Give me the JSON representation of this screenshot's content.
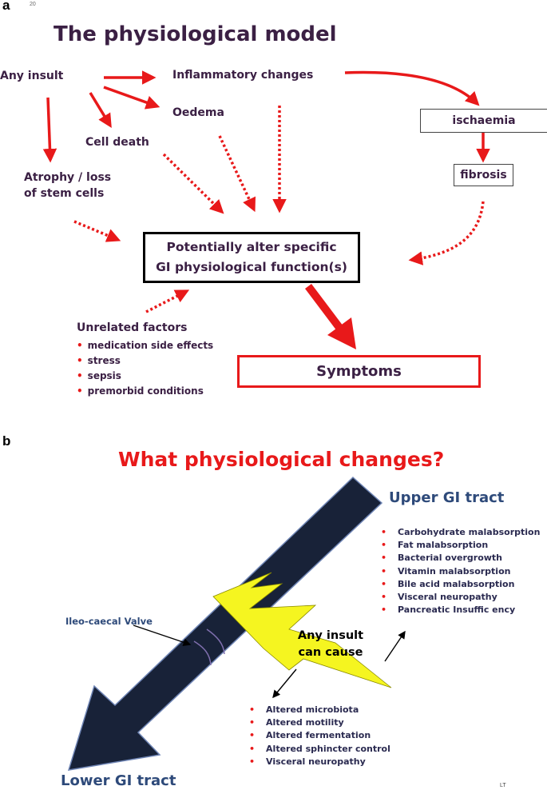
{
  "panel_a": {
    "letter": "a",
    "page_number": "20",
    "title": "The physiological model",
    "labels": {
      "any_insult": "Any insult",
      "inflammatory": "Inflammatory changes",
      "oedema": "Oedema",
      "cell_death": "Cell death",
      "atrophy_line1": "Atrophy / loss",
      "atrophy_line2": "of stem cells",
      "ischaemia": "ischaemia",
      "fibrosis": "fibrosis"
    },
    "central_box": {
      "line1": "Potentially alter specific",
      "line2": "GI physiological function(s)"
    },
    "symptoms": "Symptoms",
    "unrelated": {
      "heading": "Unrelated factors",
      "items": [
        "medication side effects",
        "stress",
        "sepsis",
        "premorbid conditions"
      ]
    },
    "colors": {
      "arrow": "#e8191a",
      "text": "#3b2044"
    }
  },
  "panel_b": {
    "letter": "b",
    "title": "What physiological changes?",
    "upper_gi": "Upper GI tract",
    "lower_gi": "Lower GI tract",
    "ileo_caecal": "Ileo-caecal Valve",
    "insult_line1": "Any insult",
    "insult_line2": "can cause",
    "upper_items": [
      "Carbohydrate malabsorption",
      "Fat malabsorption",
      "Bacterial overgrowth",
      "Vitamin malabsorption",
      "Bile acid malabsorption",
      "Visceral neuropathy",
      "Pancreatic Insuffic ency"
    ],
    "lower_items": [
      "Altered microbiota",
      "Altered motility",
      "Altered fermentation",
      "Altered sphincter control",
      "Visceral neuropathy"
    ],
    "signature": "LT",
    "colors": {
      "gut": "#182238",
      "lightning": "#f5f520",
      "title": "#e8191a",
      "tract": "#2e4a7a"
    }
  }
}
